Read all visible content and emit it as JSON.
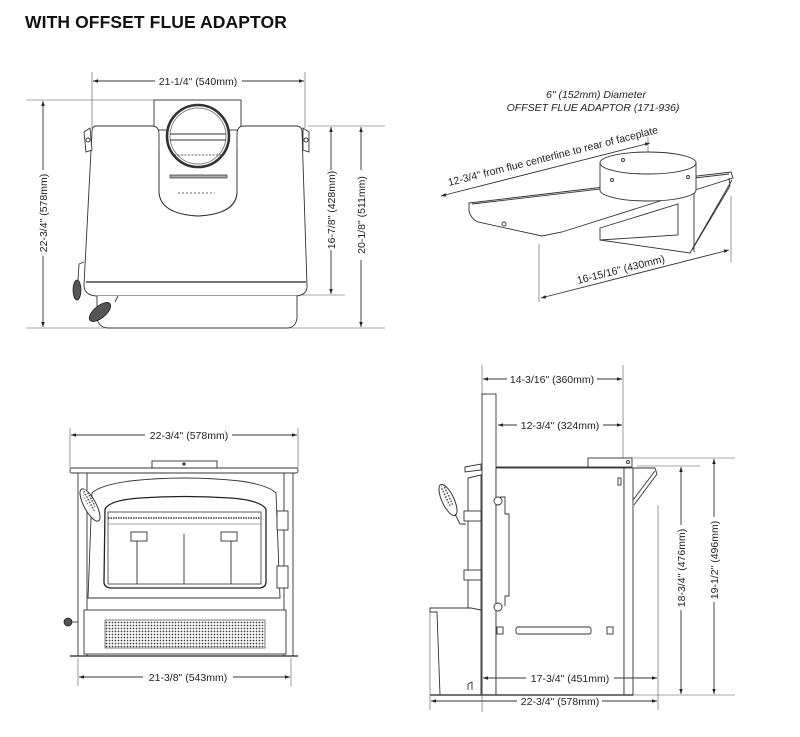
{
  "title": "WITH OFFSET FLUE ADAPTOR",
  "views": {
    "top": {
      "width_label": "21-1/4\" (540mm)",
      "depth_label": "22-3/4\" (578mm)",
      "inner_depth_label": "16-7/8\" (428mm)",
      "body_depth_label": "20-1/8\" (511mm)"
    },
    "adaptor": {
      "caption_line1": "6\" (152mm) Diameter",
      "caption_line2": "OFFSET FLUE ADAPTOR (171-936)",
      "centerline_label": "12-3/4\" from flue centerline to rear of faceplate",
      "length_label": "16-15/16\" (430mm)"
    },
    "front": {
      "top_width_label": "22-3/4\" (578mm)",
      "bottom_width_label": "21-3/8\" (543mm)"
    },
    "side": {
      "overall_to_flue_label": "14-3/16\" (360mm)",
      "faceplate_to_flue_label": "12-3/4\" (324mm)",
      "body_height_label": "18-3/4\" (476mm)",
      "overall_height_label": "19-1/2\" (496mm)",
      "body_depth_label": "17-3/4\" (451mm)",
      "overall_depth_label": "22-3/4\" (578mm)"
    }
  }
}
